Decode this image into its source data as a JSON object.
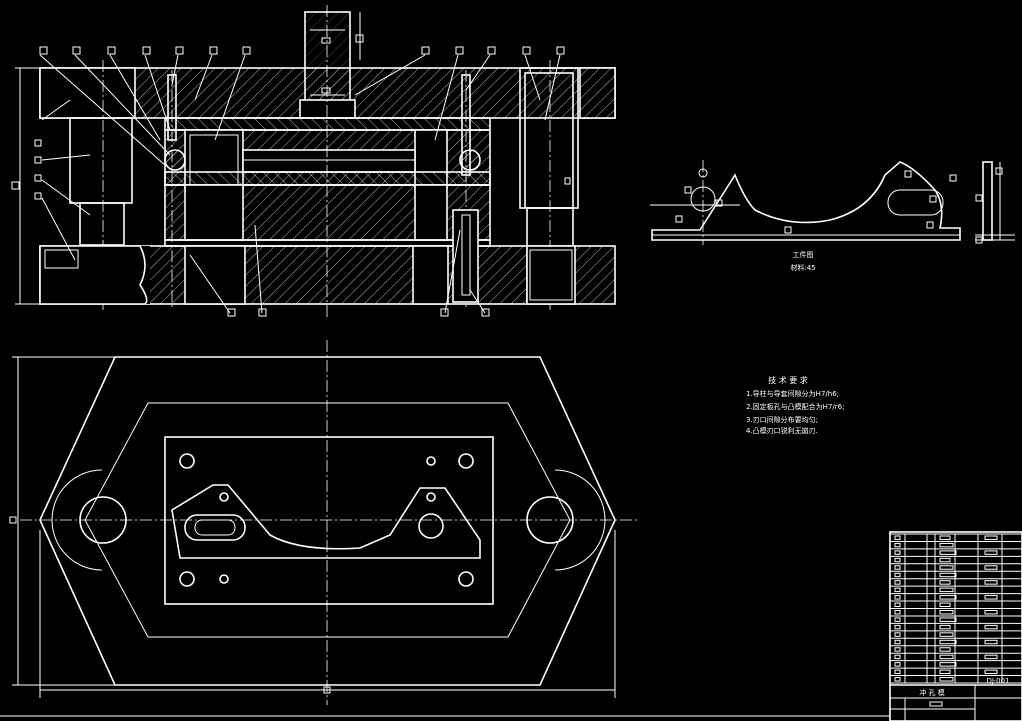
{
  "colors": {
    "background": "#000000",
    "line": "#ffffff"
  },
  "workpiece": {
    "caption": "工件图",
    "material": "材料:45"
  },
  "tech": {
    "title": "技 术 要 求",
    "items": [
      "1.导柱与导套间隙分为H7/h6;",
      "2.固定板孔与凸模配合为H7/r6;",
      "3.刃口间隙分布要均匀;",
      "4.凸模刃口锐利无崩刃."
    ]
  },
  "title_block": {
    "name": "冲 孔 模",
    "drawing_no": "DJ-001"
  }
}
